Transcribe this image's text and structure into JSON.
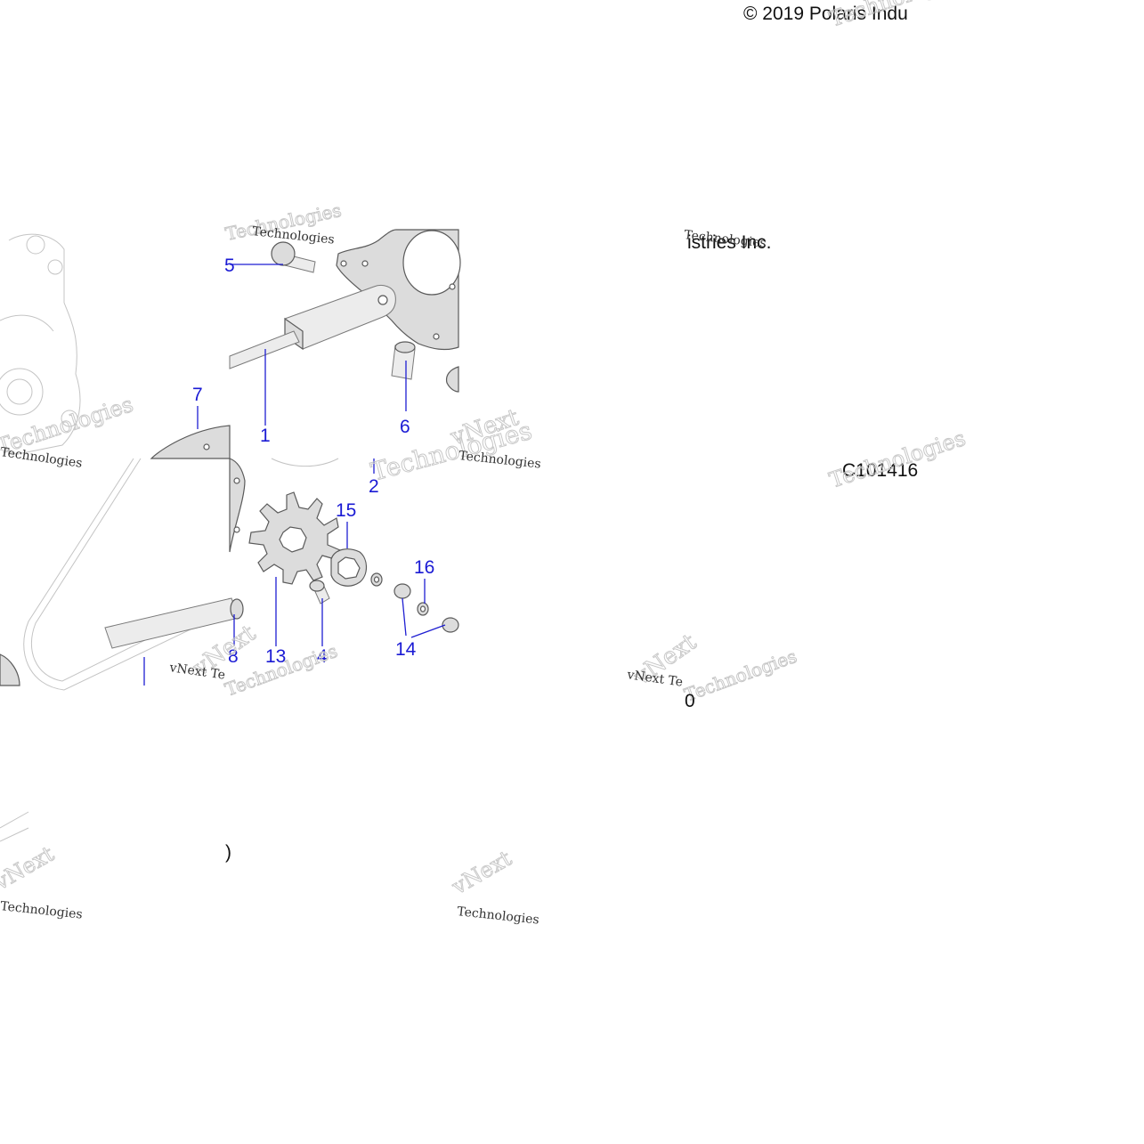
{
  "copyright": {
    "top": "© 2019 Polaris Indu",
    "bottom": "istries Inc."
  },
  "figure_code": "C101416",
  "callouts": [
    "1",
    "2",
    "4",
    "5",
    "6",
    "7",
    "8",
    "13",
    "14",
    "15",
    "16"
  ],
  "watermark": {
    "brand": "vNext",
    "sub": "Technologies",
    "line": "vNext Te"
  },
  "stray_chars": {
    "zero": "0",
    "paren": ")"
  },
  "colors": {
    "callout": "#1a1ad4",
    "part_fill": "#dcdcdc",
    "outline": "#5a5a5a"
  }
}
